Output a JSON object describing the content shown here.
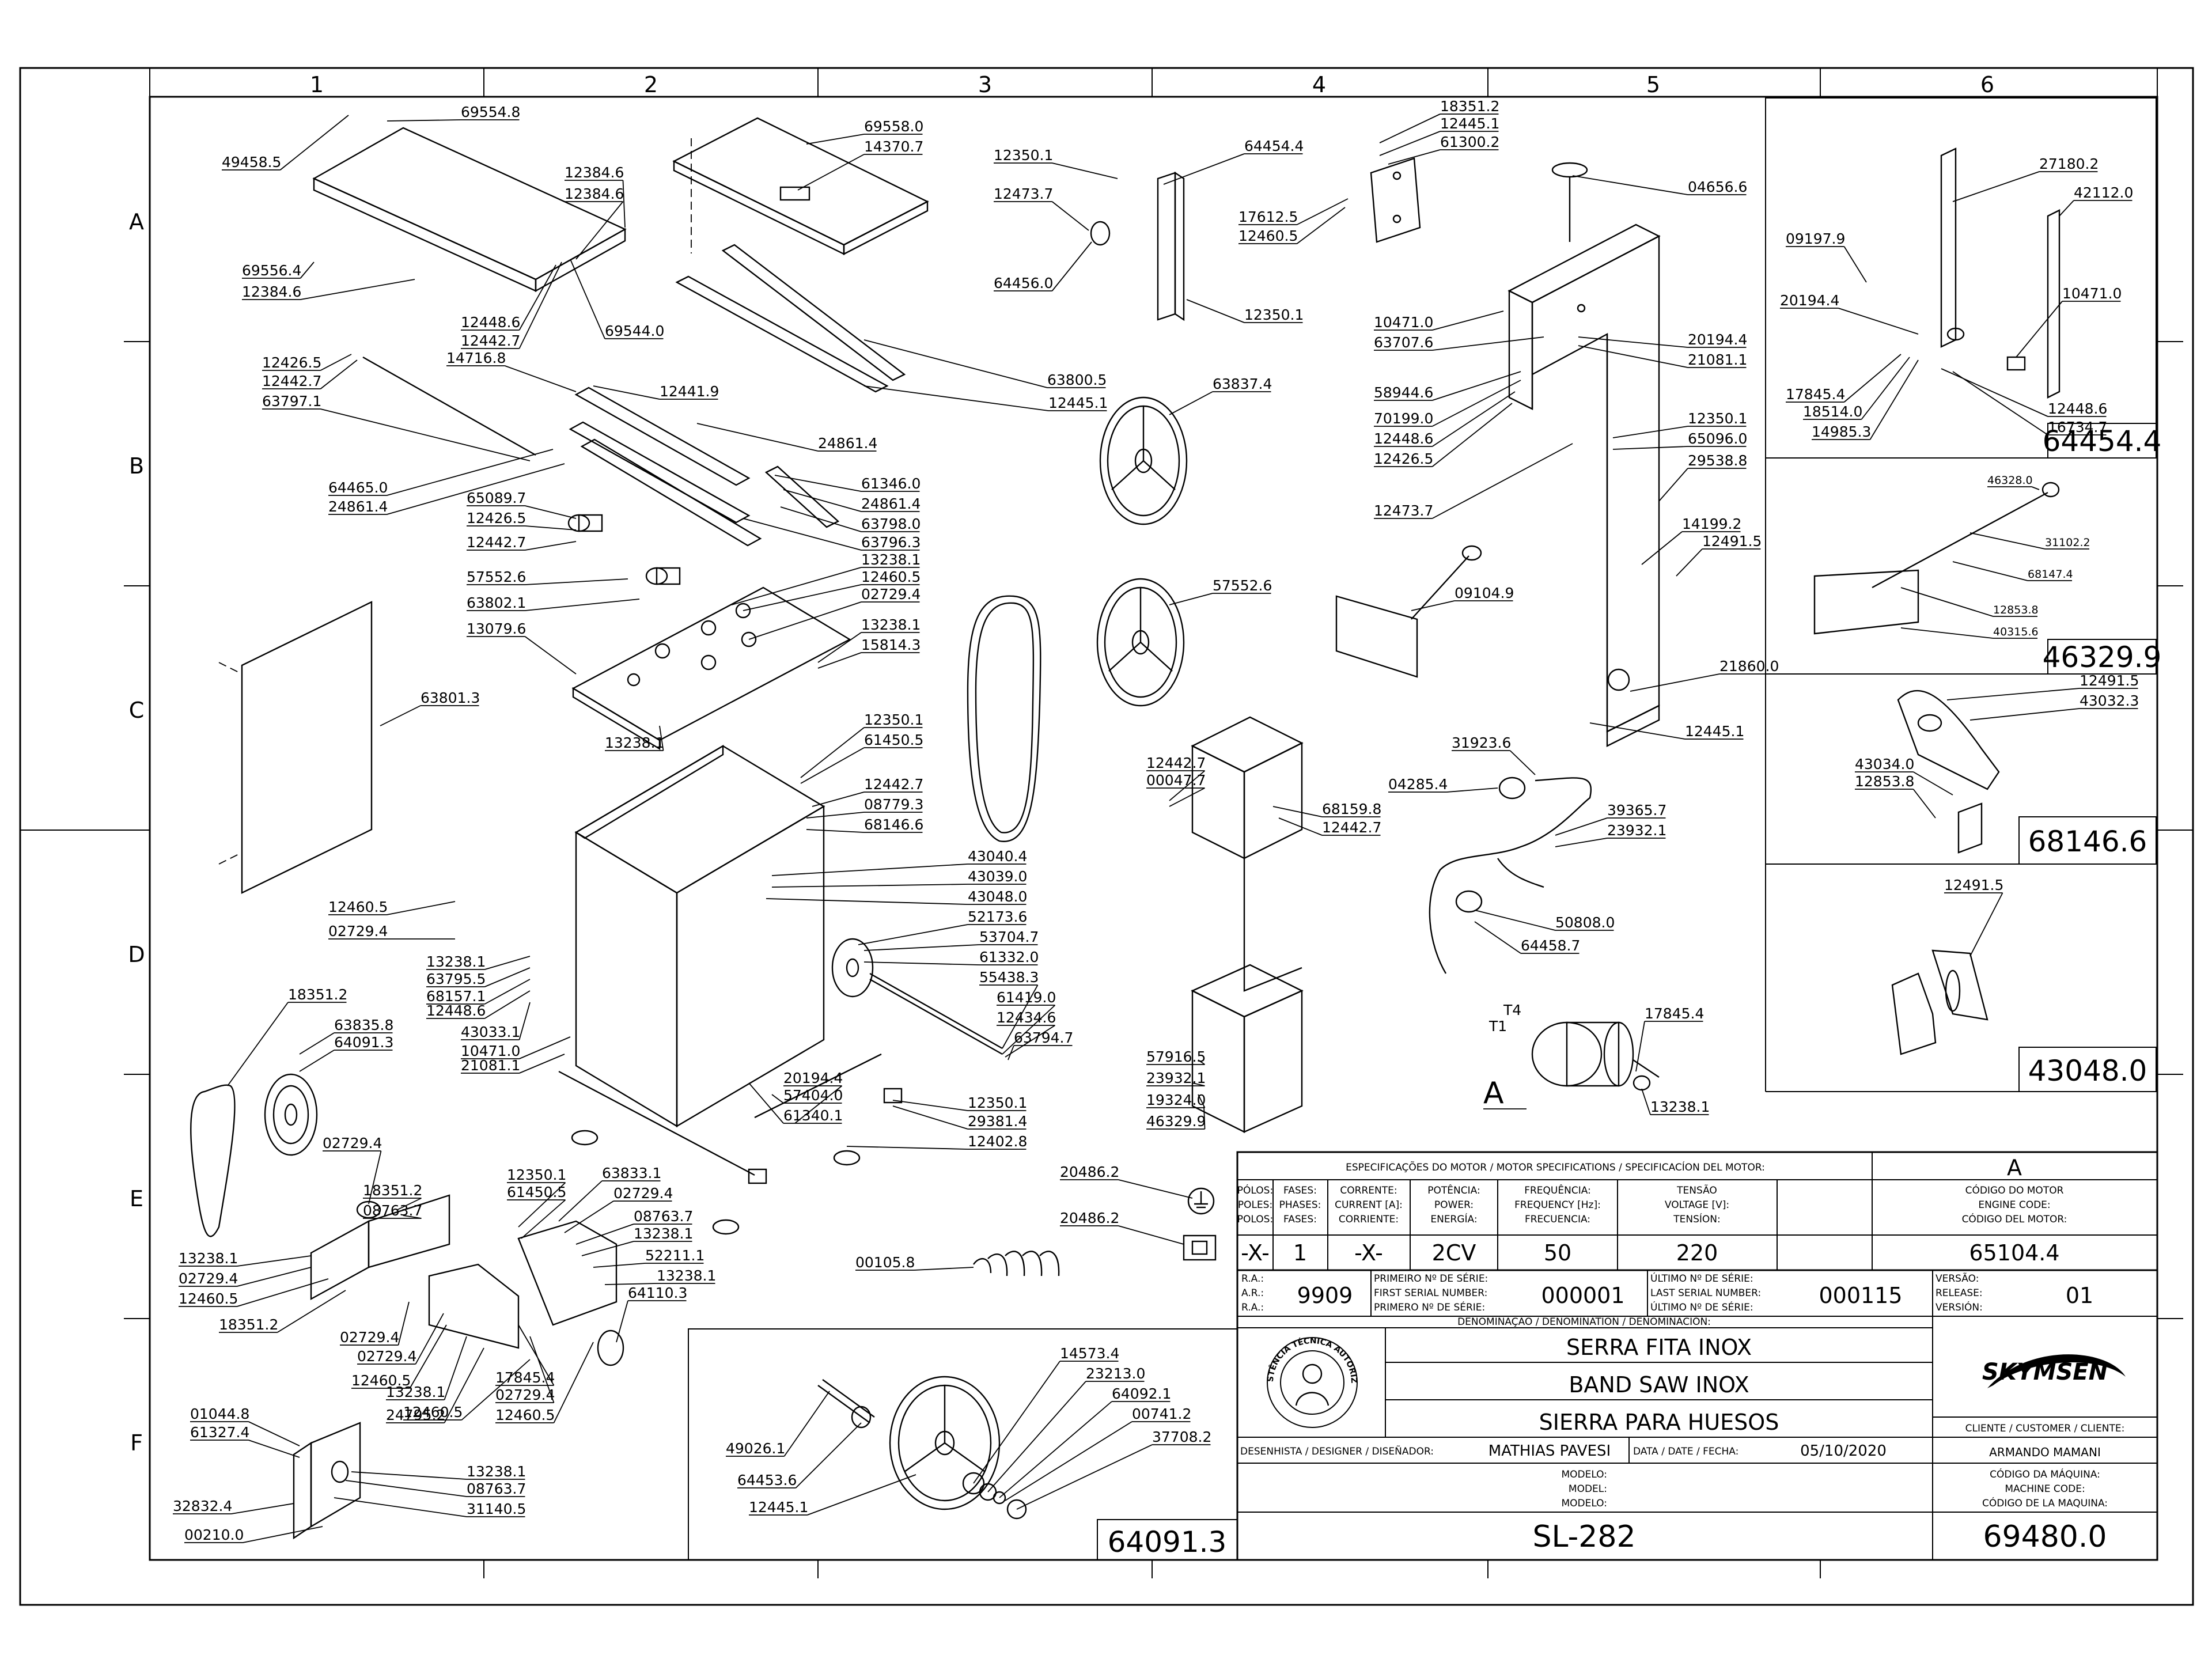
{
  "grid": {
    "columns": [
      "1",
      "2",
      "3",
      "4",
      "5",
      "6"
    ],
    "rows": [
      "A",
      "B",
      "C",
      "D",
      "E",
      "F"
    ]
  },
  "callouts": [
    "69554.8",
    "49458.5",
    "69556.4",
    "12384.6",
    "12384.6",
    "12384.6",
    "12448.6",
    "12442.7",
    "69544.0",
    "69558.0",
    "14370.7",
    "63800.5",
    "12445.1",
    "12350.1",
    "12473.7",
    "64454.4",
    "64456.0",
    "12350.1",
    "18351.2",
    "12445.1",
    "61300.2",
    "17612.5",
    "12460.5",
    "04656.6",
    "10471.0",
    "63707.6",
    "20194.4",
    "21081.1",
    "58944.6",
    "70199.0",
    "12448.6",
    "12426.5",
    "12350.1",
    "65096.0",
    "29538.8",
    "12473.7",
    "14199.2",
    "12491.5",
    "21860.0",
    "12445.1",
    "12426.5",
    "12442.7",
    "63797.1",
    "14716.8",
    "12441.9",
    "24861.4",
    "64465.0",
    "24861.4",
    "61346.0",
    "24861.4",
    "63798.0",
    "63796.3",
    "65089.7",
    "12426.5",
    "12442.7",
    "57552.6",
    "13238.1",
    "12460.5",
    "63802.1",
    "02729.4",
    "13079.6",
    "13238.1",
    "15814.3",
    "63801.3",
    "13238.1",
    "12350.1",
    "61450.5",
    "12442.7",
    "08779.3",
    "68146.6",
    "43040.4",
    "43039.0",
    "43048.0",
    "52173.6",
    "53704.7",
    "61332.0",
    "55438.3",
    "61419.0",
    "12434.6",
    "63794.7",
    "12460.5",
    "02729.4",
    "13238.1",
    "63795.5",
    "68157.1",
    "12448.6",
    "43033.1",
    "10471.0",
    "21081.1",
    "20194.4",
    "57404.0",
    "61340.1",
    "12350.1",
    "29381.4",
    "12402.8",
    "18351.2",
    "63835.8",
    "64091.3",
    "63837.4",
    "57552.6",
    "12442.7",
    "00047.7",
    "68159.8",
    "12442.7",
    "57916.5",
    "23932.1",
    "19324.0",
    "46329.9",
    "09104.9",
    "31923.6",
    "04285.4",
    "39365.7",
    "23932.1",
    "50808.0",
    "64458.7",
    "17845.4",
    "13238.1",
    "02729.4",
    "18351.2",
    "08763.7",
    "12350.1",
    "61450.5",
    "63833.1",
    "02729.4",
    "08763.7",
    "13238.1",
    "52211.1",
    "13238.1",
    "64110.3",
    "13238.1",
    "02729.4",
    "12460.5",
    "18351.2",
    "02729.4",
    "02729.4",
    "12460.5",
    "13238.1",
    "24795.2",
    "17845.4",
    "02729.4",
    "12460.5",
    "12460.5",
    "01044.8",
    "61327.4",
    "13238.1",
    "08763.7",
    "31140.5",
    "32832.4",
    "00210.0",
    "20486.2",
    "20486.2",
    "00105.8",
    "14573.4",
    "23213.0",
    "64092.1",
    "00741.2",
    "37708.2",
    "49026.1",
    "64453.6",
    "12445.1",
    "27180.2",
    "42112.0",
    "09197.9",
    "20194.4",
    "10471.0",
    "17845.4",
    "18514.0",
    "14985.3",
    "12448.6",
    "16734.7",
    "46328.0",
    "31102.2",
    "68147.4",
    "12853.8",
    "40315.6",
    "12491.5",
    "43032.3",
    "43034.0",
    "12853.8",
    "12491.5"
  ],
  "wire_labels": [
    "T4",
    "T1"
  ],
  "view_marker": "A",
  "insets": [
    {
      "title": "64454.4"
    },
    {
      "title": "46329.9"
    },
    {
      "title": "68146.6"
    },
    {
      "title": "43048.0"
    },
    {
      "title": "64091.3"
    }
  ],
  "motor_spec": {
    "view": "A",
    "header": "ESPECIFICAÇÕES DO MOTOR / MOTOR SPECIFICATIONS / SPECIFICACÍON DEL MOTOR:",
    "headers": [
      [
        "PÓLOS:",
        "POLES:",
        "POLOS:"
      ],
      [
        "FASES:",
        "PHASES:",
        "FASES:"
      ],
      [
        "CORRENTE:",
        "CURRENT [A]:",
        "CORRIENTE:"
      ],
      [
        "POTÊNCIA:",
        "POWER:",
        "ENERGÍA:"
      ],
      [
        "FREQUÊNCIA:",
        "FREQUENCY [Hz]:",
        "FRECUENCIA:"
      ],
      [
        "TENSÃO",
        "VOLTAGE [V]:",
        "TENSÍON:"
      ],
      [
        "CÓDIGO DO MOTOR",
        "ENGINE CODE:",
        "CÓDIGO DEL MOTOR:"
      ]
    ],
    "values": [
      "-X-",
      "1",
      "-X-",
      "2CV",
      "50",
      "220",
      "65104.4"
    ]
  },
  "title_block": {
    "ra_labels": [
      "R.A.:",
      "A.R.:",
      "R.A.:"
    ],
    "ra_value": "9909",
    "first_serial_labels": [
      "PRIMEIRO Nº DE SÉRIE:",
      "FIRST SERIAL NUMBER:",
      "PRIMERO Nº DE SÉRIE:"
    ],
    "first_serial": "000001",
    "last_serial_labels": [
      "ÚLTIMO Nº DE SÉRIE:",
      "LAST SERIAL NUMBER:",
      "ÚLTIMO Nº DE SÉRIE:"
    ],
    "last_serial": "000115",
    "version_labels": [
      "VERSÃO:",
      "RELEASE:",
      "VERSIÓN:"
    ],
    "version": "01",
    "denomination_label": "DENOMINAÇÃO / DENOMINATION / DENOMINACIÓN:",
    "names": [
      "SERRA FITA INOX",
      "BAND SAW INOX",
      "SIERRA PARA HUESOS"
    ],
    "seal_text": "ASSISTÊNCIA TÉCNICA AUTORIZADA",
    "brand": "SKYMSEN",
    "designer_label": "DESENHISTA / DESIGNER / DISEÑADOR:",
    "designer": "MATHIAS PAVESI",
    "date_label": "DATA / DATE / FECHA:",
    "date": "05/10/2020",
    "client_label": "CLIENTE / CUSTOMER / CLIENTE:",
    "client": "ARMANDO MAMANI",
    "model_labels": [
      "MODELO:",
      "MODEL:",
      "MODELO:"
    ],
    "model": "SL-282",
    "machine_code_labels": [
      "CÓDIGO DA MÁQUINA:",
      "MACHINE CODE:",
      "CÓDIGO DE LA MAQUINA:"
    ],
    "machine_code": "69480.0"
  }
}
